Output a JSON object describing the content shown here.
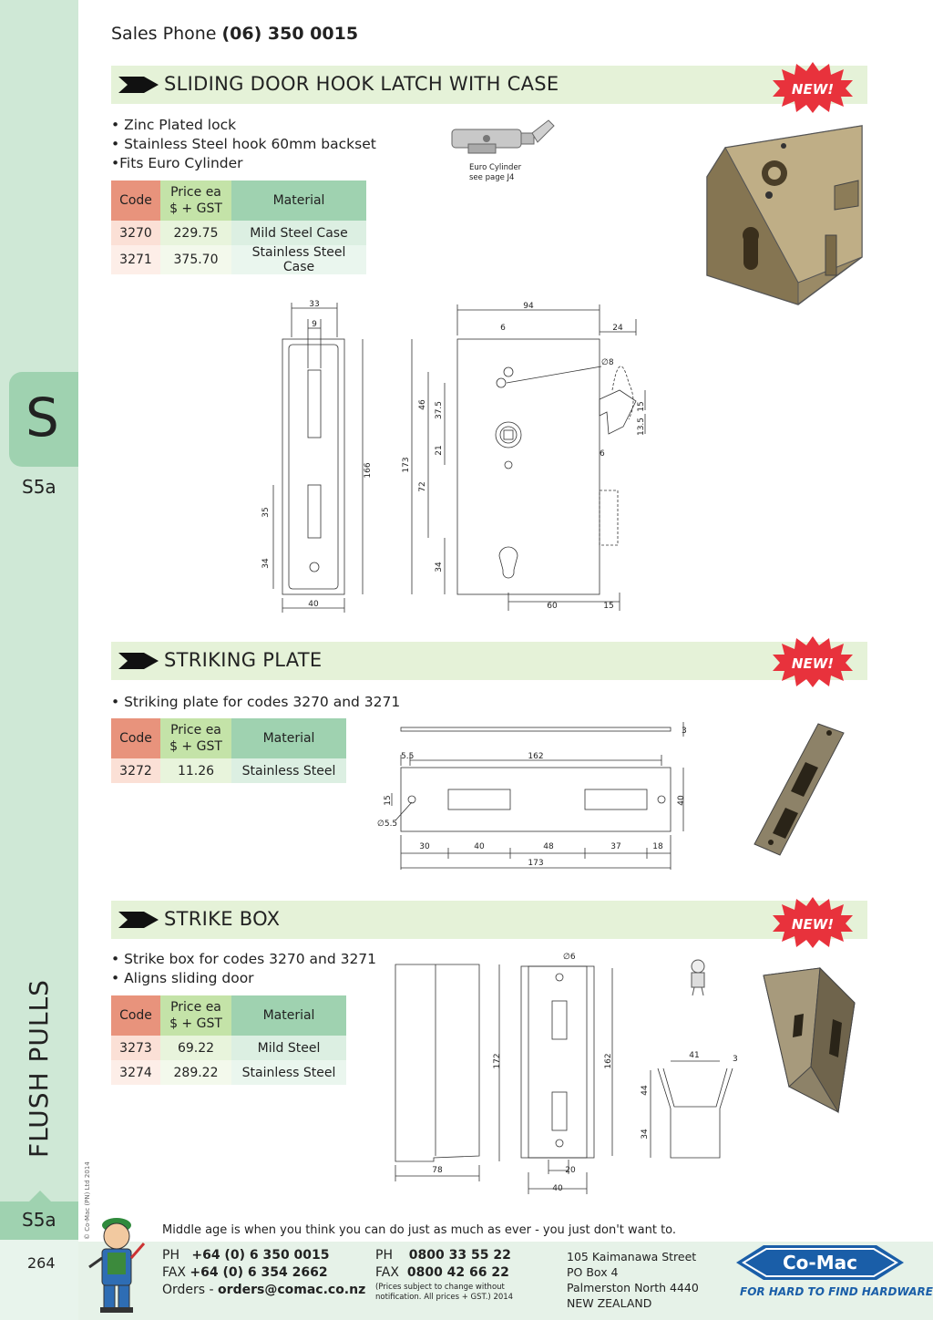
{
  "header": {
    "sales_label": "Sales Phone",
    "sales_phone": "(06) 350 0015"
  },
  "sidebar": {
    "tab_letter": "S",
    "tab_code": "S5a",
    "section_title": "FLUSH PULLS",
    "copyright": "© Co-Mac (PN) Ltd 2014",
    "bottom_tab": "S5a",
    "page_number": "264"
  },
  "badge_text": "NEW!",
  "sections": [
    {
      "title": "SLIDING DOOR HOOK LATCH WITH CASE",
      "bullets": [
        "• Zinc Plated lock",
        "• Stainless Steel hook 60mm backset",
        "•Fits Euro Cylinder"
      ],
      "table": {
        "headers": [
          "Code",
          "Price ea",
          "$ + GST",
          "Material"
        ],
        "rows": [
          {
            "code": "3270",
            "price": "229.75",
            "material": "Mild Steel Case"
          },
          {
            "code": "3271",
            "price": "375.70",
            "material": "Stainless Steel Case"
          }
        ]
      },
      "cylinder_note": [
        "Euro Cylinder",
        "see page J4"
      ],
      "dims": [
        "33",
        "9",
        "166",
        "35",
        "34",
        "40",
        "94",
        "6",
        "24",
        "∅8",
        "46",
        "37.5",
        "173",
        "21",
        "72",
        "34",
        "15",
        "13.5",
        "6",
        "60",
        "15"
      ]
    },
    {
      "title": "STRIKING PLATE",
      "bullets": [
        "• Striking plate for codes 3270 and 3271"
      ],
      "table": {
        "headers": [
          "Code",
          "Price ea",
          "$ + GST",
          "Material"
        ],
        "rows": [
          {
            "code": "3272",
            "price": "11.26",
            "material": "Stainless Steel"
          }
        ]
      },
      "dims": [
        "3",
        "5.5",
        "162",
        "15",
        "∅5.5",
        "40",
        "30",
        "40",
        "48",
        "37",
        "18",
        "173"
      ]
    },
    {
      "title": "STRIKE BOX",
      "bullets": [
        "• Strike box for codes 3270 and 3271",
        "• Aligns sliding door"
      ],
      "table": {
        "headers": [
          "Code",
          "Price ea",
          "$ + GST",
          "Material"
        ],
        "rows": [
          {
            "code": "3273",
            "price": "69.22",
            "material": "Mild Steel"
          },
          {
            "code": "3274",
            "price": "289.22",
            "material": "Stainless Steel"
          }
        ]
      },
      "dims": [
        "172",
        "78",
        "∅6",
        "162",
        "20",
        "40",
        "41",
        "3",
        "44",
        "34"
      ]
    }
  ],
  "footer": {
    "quote": "Middle age is when you think you can do just as much as ever - you just don't want to.",
    "ph_label": "PH",
    "ph": "+64 (0) 6 350 0015",
    "fax_label": "FAX",
    "fax": "+64 (0) 6 354 2662",
    "orders_label": "Orders -",
    "orders": "orders@comac.co.nz",
    "ph2_label": "PH",
    "ph2": "0800 33 55 22",
    "fax2_label": "FAX",
    "fax2": "0800 42 66 22",
    "note_line1": "(Prices subject to change without",
    "note_line2": "notification. All prices + GST.)  2014",
    "address": [
      "105 Kaimanawa Street",
      "PO Box 4",
      "Palmerston North 4440",
      "NEW ZEALAND"
    ],
    "brand": "Co-Mac",
    "tagline": "FOR HARD TO FIND HARDWARE"
  },
  "colors": {
    "sidebar": "#cfe8d6",
    "tab": "#9fd2b0",
    "band": "#e5f2d8",
    "badge": "#e8323c",
    "brand_blue": "#1a5ea8"
  }
}
